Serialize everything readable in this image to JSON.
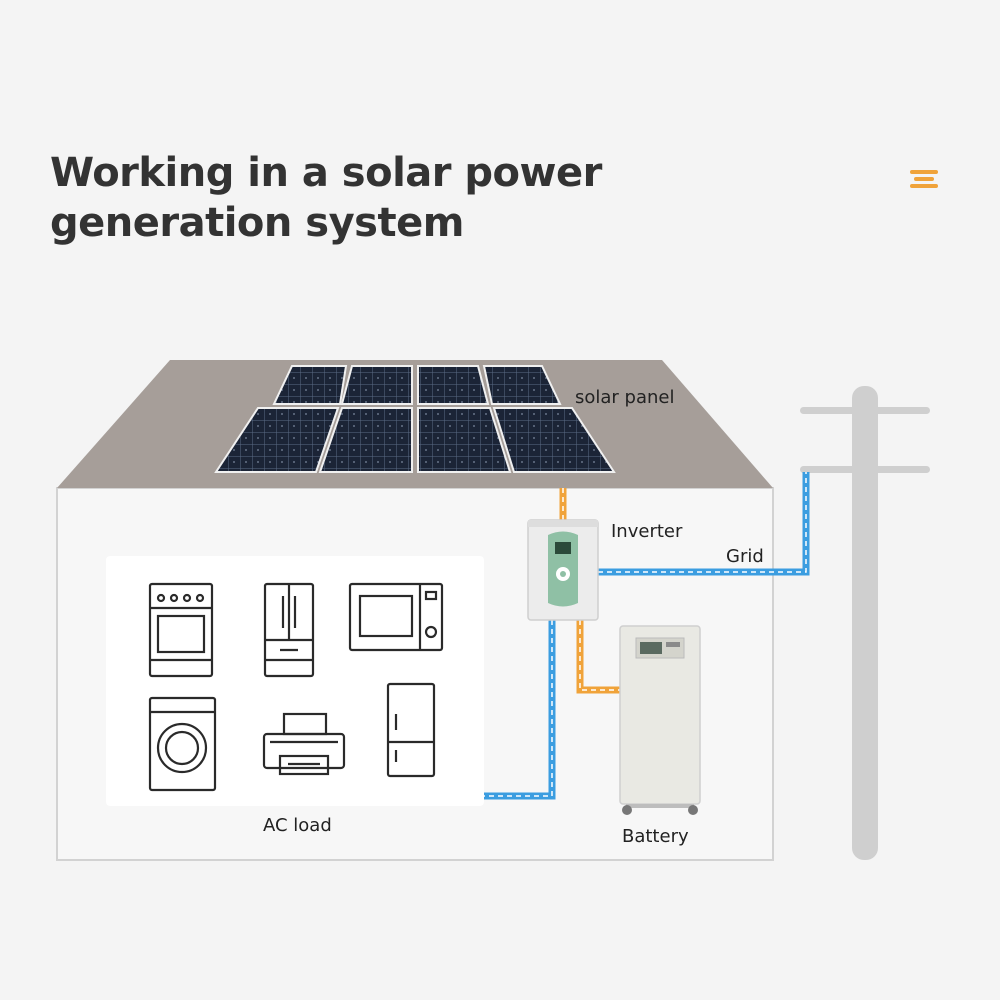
{
  "page": {
    "title_line1": "Working in a solar power",
    "title_line2": "generation system"
  },
  "header": {
    "menu_icon": "hamburger-menu-icon"
  },
  "diagram": {
    "labels": {
      "solar_panel": "solar panel",
      "inverter": "Inverter",
      "grid": "Grid",
      "ac_load": "AC load",
      "battery": "Battery"
    },
    "appliance_icons": [
      "stove-icon",
      "fridge-icon",
      "microwave-icon",
      "washing-machine-icon",
      "printer-icon",
      "small-fridge-icon"
    ],
    "colors": {
      "accent": "#f0a33a",
      "dc_line": "#f0a33a",
      "ac_line": "#3b9de0",
      "roof": "#a69e99",
      "house_wall": "#f7f7f7",
      "pole": "#cfcfcf",
      "panel": "#1b2436"
    }
  }
}
